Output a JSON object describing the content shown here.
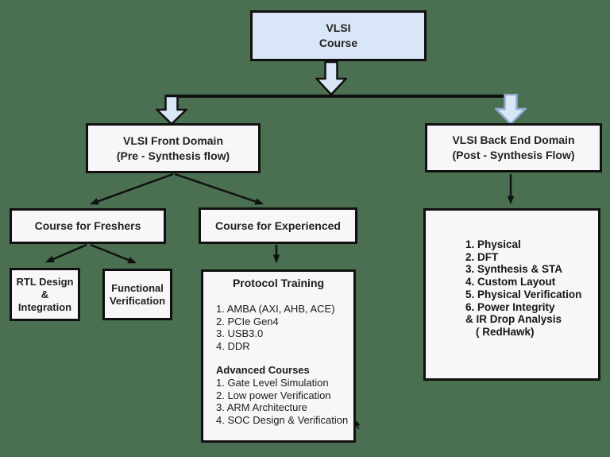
{
  "colors": {
    "background": "#4a7051",
    "node_fill": "#f7f7f7",
    "blue_fill": "#d9e6f7",
    "border": "#101010",
    "blue_arrow_outline": "#8fa8d0"
  },
  "root_node": {
    "line1": "VLSI",
    "line2": "Course"
  },
  "front_domain": {
    "line1": "VLSI Front Domain",
    "line2": "(Pre - Synthesis flow)"
  },
  "back_domain": {
    "line1": "VLSI Back End Domain",
    "line2": "(Post - Synthesis Flow)"
  },
  "freshers": {
    "label": "Course for Freshers"
  },
  "experienced": {
    "label": "Course for Experienced"
  },
  "rtl": {
    "line1": "RTL Design",
    "line2": "&",
    "line3": "Integration"
  },
  "functional": {
    "line1": "Functional",
    "line2": "Verification"
  },
  "protocol": {
    "title": "Protocol Training",
    "items": [
      "1. AMBA (AXI, AHB, ACE)",
      "2. PCIe Gen4",
      "3. USB3.0",
      "4. DDR"
    ],
    "advanced_title": "Advanced Courses",
    "advanced_items": [
      "1. Gate Level Simulation",
      "2. Low power Verification",
      "3. ARM Architecture",
      "4. SOC Design & Verification"
    ]
  },
  "backend_list": {
    "items": [
      "1. Physical",
      "2. DFT",
      "3. Synthesis & STA",
      "4. Custom Layout",
      "5. Physical Verification",
      "6. Power Integrity",
      "& IR Drop Analysis",
      "( RedHawk)"
    ]
  }
}
